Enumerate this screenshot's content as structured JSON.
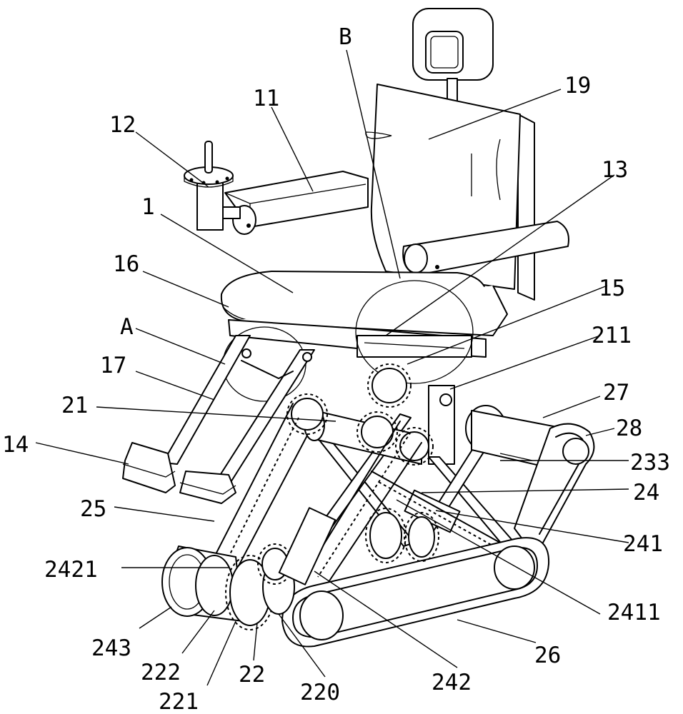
{
  "labels": {
    "l1": "1",
    "l11": "11",
    "l12": "12",
    "l13": "13",
    "l14": "14",
    "l15": "15",
    "l16": "16",
    "l17": "17",
    "l19": "19",
    "lA": "A",
    "lB": "B",
    "l21": "21",
    "l211": "211",
    "l22": "22",
    "l220": "220",
    "l221": "221",
    "l222": "222",
    "l24": "24",
    "l241": "241",
    "l2411": "2411",
    "l242": "242",
    "l2421": "2421",
    "l243": "243",
    "l233": "233",
    "l25": "25",
    "l26": "26",
    "l27": "27",
    "l28": "28"
  }
}
